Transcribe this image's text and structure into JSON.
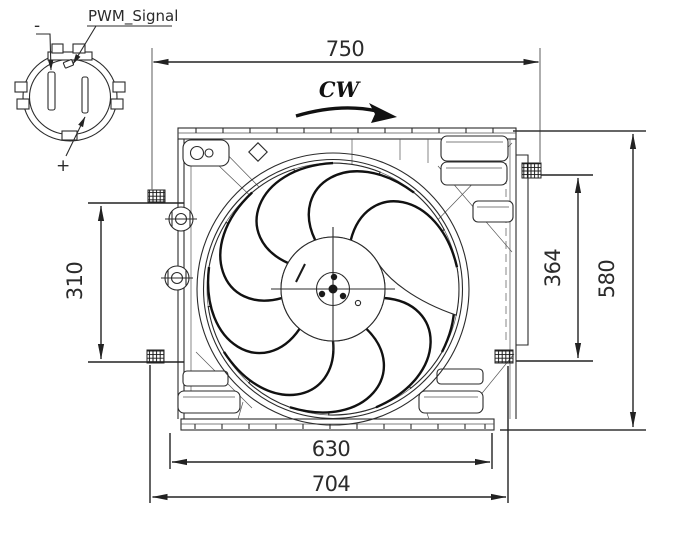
{
  "drawing": {
    "connector": {
      "signal": "PWM_Signal",
      "minus": "-",
      "plus": "+"
    },
    "rotation": "CW",
    "dims": {
      "overall_width": "750",
      "overall_height": "580",
      "right_span": "364",
      "left_span": "310",
      "inner_width": "630",
      "outer_width": "704"
    }
  }
}
